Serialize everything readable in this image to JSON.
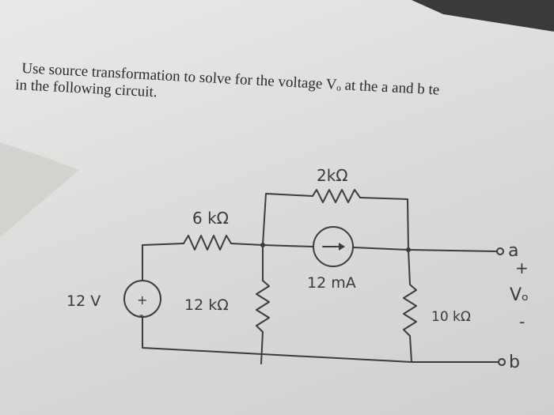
{
  "question": {
    "line1": "Use source transformation to solve for the voltage Vₒ at the a and b te",
    "line2": "in the following circuit."
  },
  "circuit": {
    "r_top": "2kΩ",
    "r_left": "6 kΩ",
    "current_source": "12 mA",
    "voltage_source": "12 V",
    "r_mid": "12 kΩ",
    "r_right": "10 kΩ",
    "terminal_a": "a",
    "terminal_b": "b",
    "vo_plus": "+",
    "vo_label": "Vₒ",
    "vo_minus": "-",
    "vs_plus": "+",
    "vs_minus": "-"
  },
  "colors": {
    "wire": "#3c3c3c",
    "text": "#2b2b2b"
  }
}
